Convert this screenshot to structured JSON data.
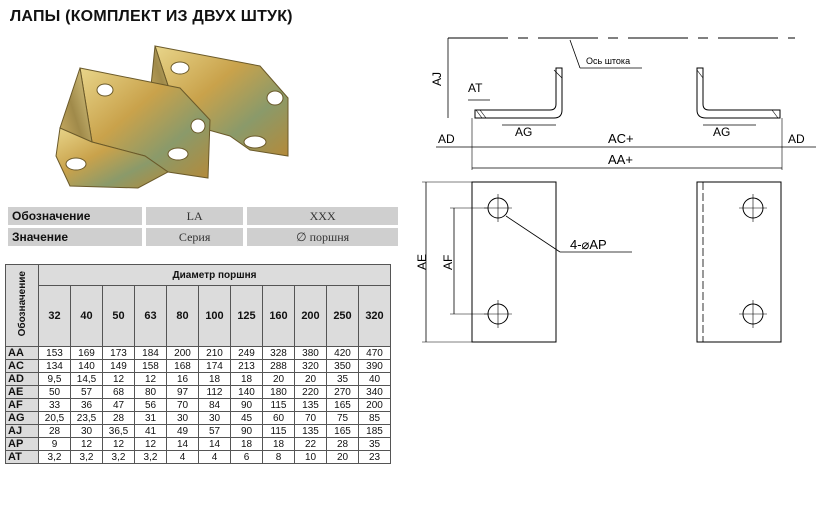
{
  "title": "ЛАПЫ (КОМПЛЕКТ ИЗ ДВУХ ШТУК)",
  "designation": {
    "header_label": "Обозначение",
    "value_label": "Значение",
    "codes": [
      "LA",
      "XXX"
    ],
    "meanings": [
      "Серия",
      "∅ поршня"
    ]
  },
  "dimensions_table": {
    "row_header": "Обозначение",
    "group_header": "Диаметр поршня",
    "diameters": [
      "32",
      "40",
      "50",
      "63",
      "80",
      "100",
      "125",
      "160",
      "200",
      "250",
      "320"
    ],
    "rows": [
      {
        "name": "AA",
        "values": [
          "153",
          "169",
          "173",
          "184",
          "200",
          "210",
          "249",
          "328",
          "380",
          "420",
          "470"
        ]
      },
      {
        "name": "AC",
        "values": [
          "134",
          "140",
          "149",
          "158",
          "168",
          "174",
          "213",
          "288",
          "320",
          "350",
          "390"
        ]
      },
      {
        "name": "AD",
        "values": [
          "9,5",
          "14,5",
          "12",
          "12",
          "16",
          "18",
          "18",
          "20",
          "20",
          "35",
          "40"
        ]
      },
      {
        "name": "AE",
        "values": [
          "50",
          "57",
          "68",
          "80",
          "97",
          "112",
          "140",
          "180",
          "220",
          "270",
          "340"
        ]
      },
      {
        "name": "AF",
        "values": [
          "33",
          "36",
          "47",
          "56",
          "70",
          "84",
          "90",
          "115",
          "135",
          "165",
          "200"
        ]
      },
      {
        "name": "AG",
        "values": [
          "20,5",
          "23,5",
          "28",
          "31",
          "30",
          "30",
          "45",
          "60",
          "70",
          "75",
          "85"
        ]
      },
      {
        "name": "AJ",
        "values": [
          "28",
          "30",
          "36,5",
          "41",
          "49",
          "57",
          "90",
          "115",
          "135",
          "165",
          "185"
        ]
      },
      {
        "name": "AP",
        "values": [
          "9",
          "12",
          "12",
          "12",
          "14",
          "14",
          "18",
          "18",
          "22",
          "28",
          "35"
        ]
      },
      {
        "name": "AT",
        "values": [
          "3,2",
          "3,2",
          "3,2",
          "3,2",
          "4",
          "4",
          "6",
          "8",
          "10",
          "20",
          "23"
        ]
      }
    ]
  },
  "drawing": {
    "axis_label": "Ось штока",
    "labels": {
      "aj": "AJ",
      "at": "AT",
      "ad_left": "AD",
      "ad_right": "AD",
      "ag_left": "AG",
      "ag_right": "AG",
      "ac": "AC+",
      "aa": "AA+",
      "ae": "AE",
      "af": "AF",
      "ap": "4-⌀AP"
    }
  }
}
